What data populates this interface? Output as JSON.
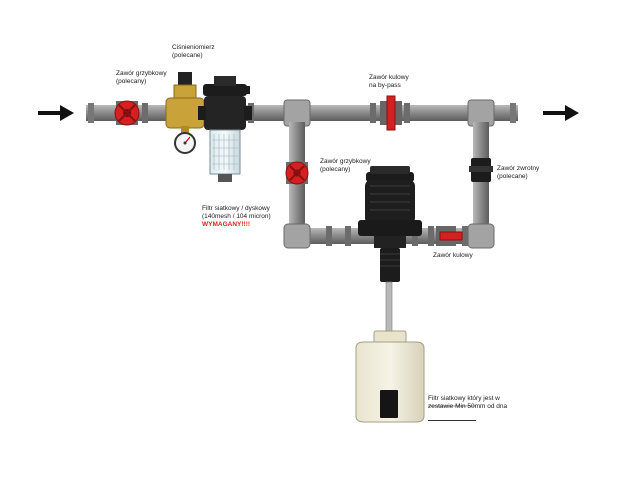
{
  "labels": {
    "ball_valve_left": [
      "Zawór grzybkowy",
      "(polecany)"
    ],
    "pressure_reducer": [
      "Ciśnieniomierz",
      "(polecane)"
    ],
    "ball_valve_bypass": [
      "Zawór kulowy",
      "na by-pass"
    ],
    "globe_valve_mid": [
      "Zawór grzybkowy",
      "(polecany)"
    ],
    "check_valve": [
      "Zawór zwrotny",
      "(polecane)"
    ],
    "filter": [
      "Filtr siatkowy / dyskowy",
      "(140mesh / 104 micron)"
    ],
    "filter_required": "WYMAGANY!!!!",
    "ball_valve_bottom": "Zawór kulowy",
    "tank_filter": [
      "Filtr siatkowy który jest w",
      "zestawie Min 50mm od dna"
    ]
  },
  "colors": {
    "pipe": "#8c8c8c",
    "pipe_dark": "#5a5a5a",
    "valve_red": "#d42020",
    "arrow": "#111111",
    "brass": "#c9a23a",
    "device_black": "#1c1c1c"
  },
  "icons": {
    "flow_in": "arrow-right-icon",
    "flow_out": "arrow-right-icon"
  }
}
